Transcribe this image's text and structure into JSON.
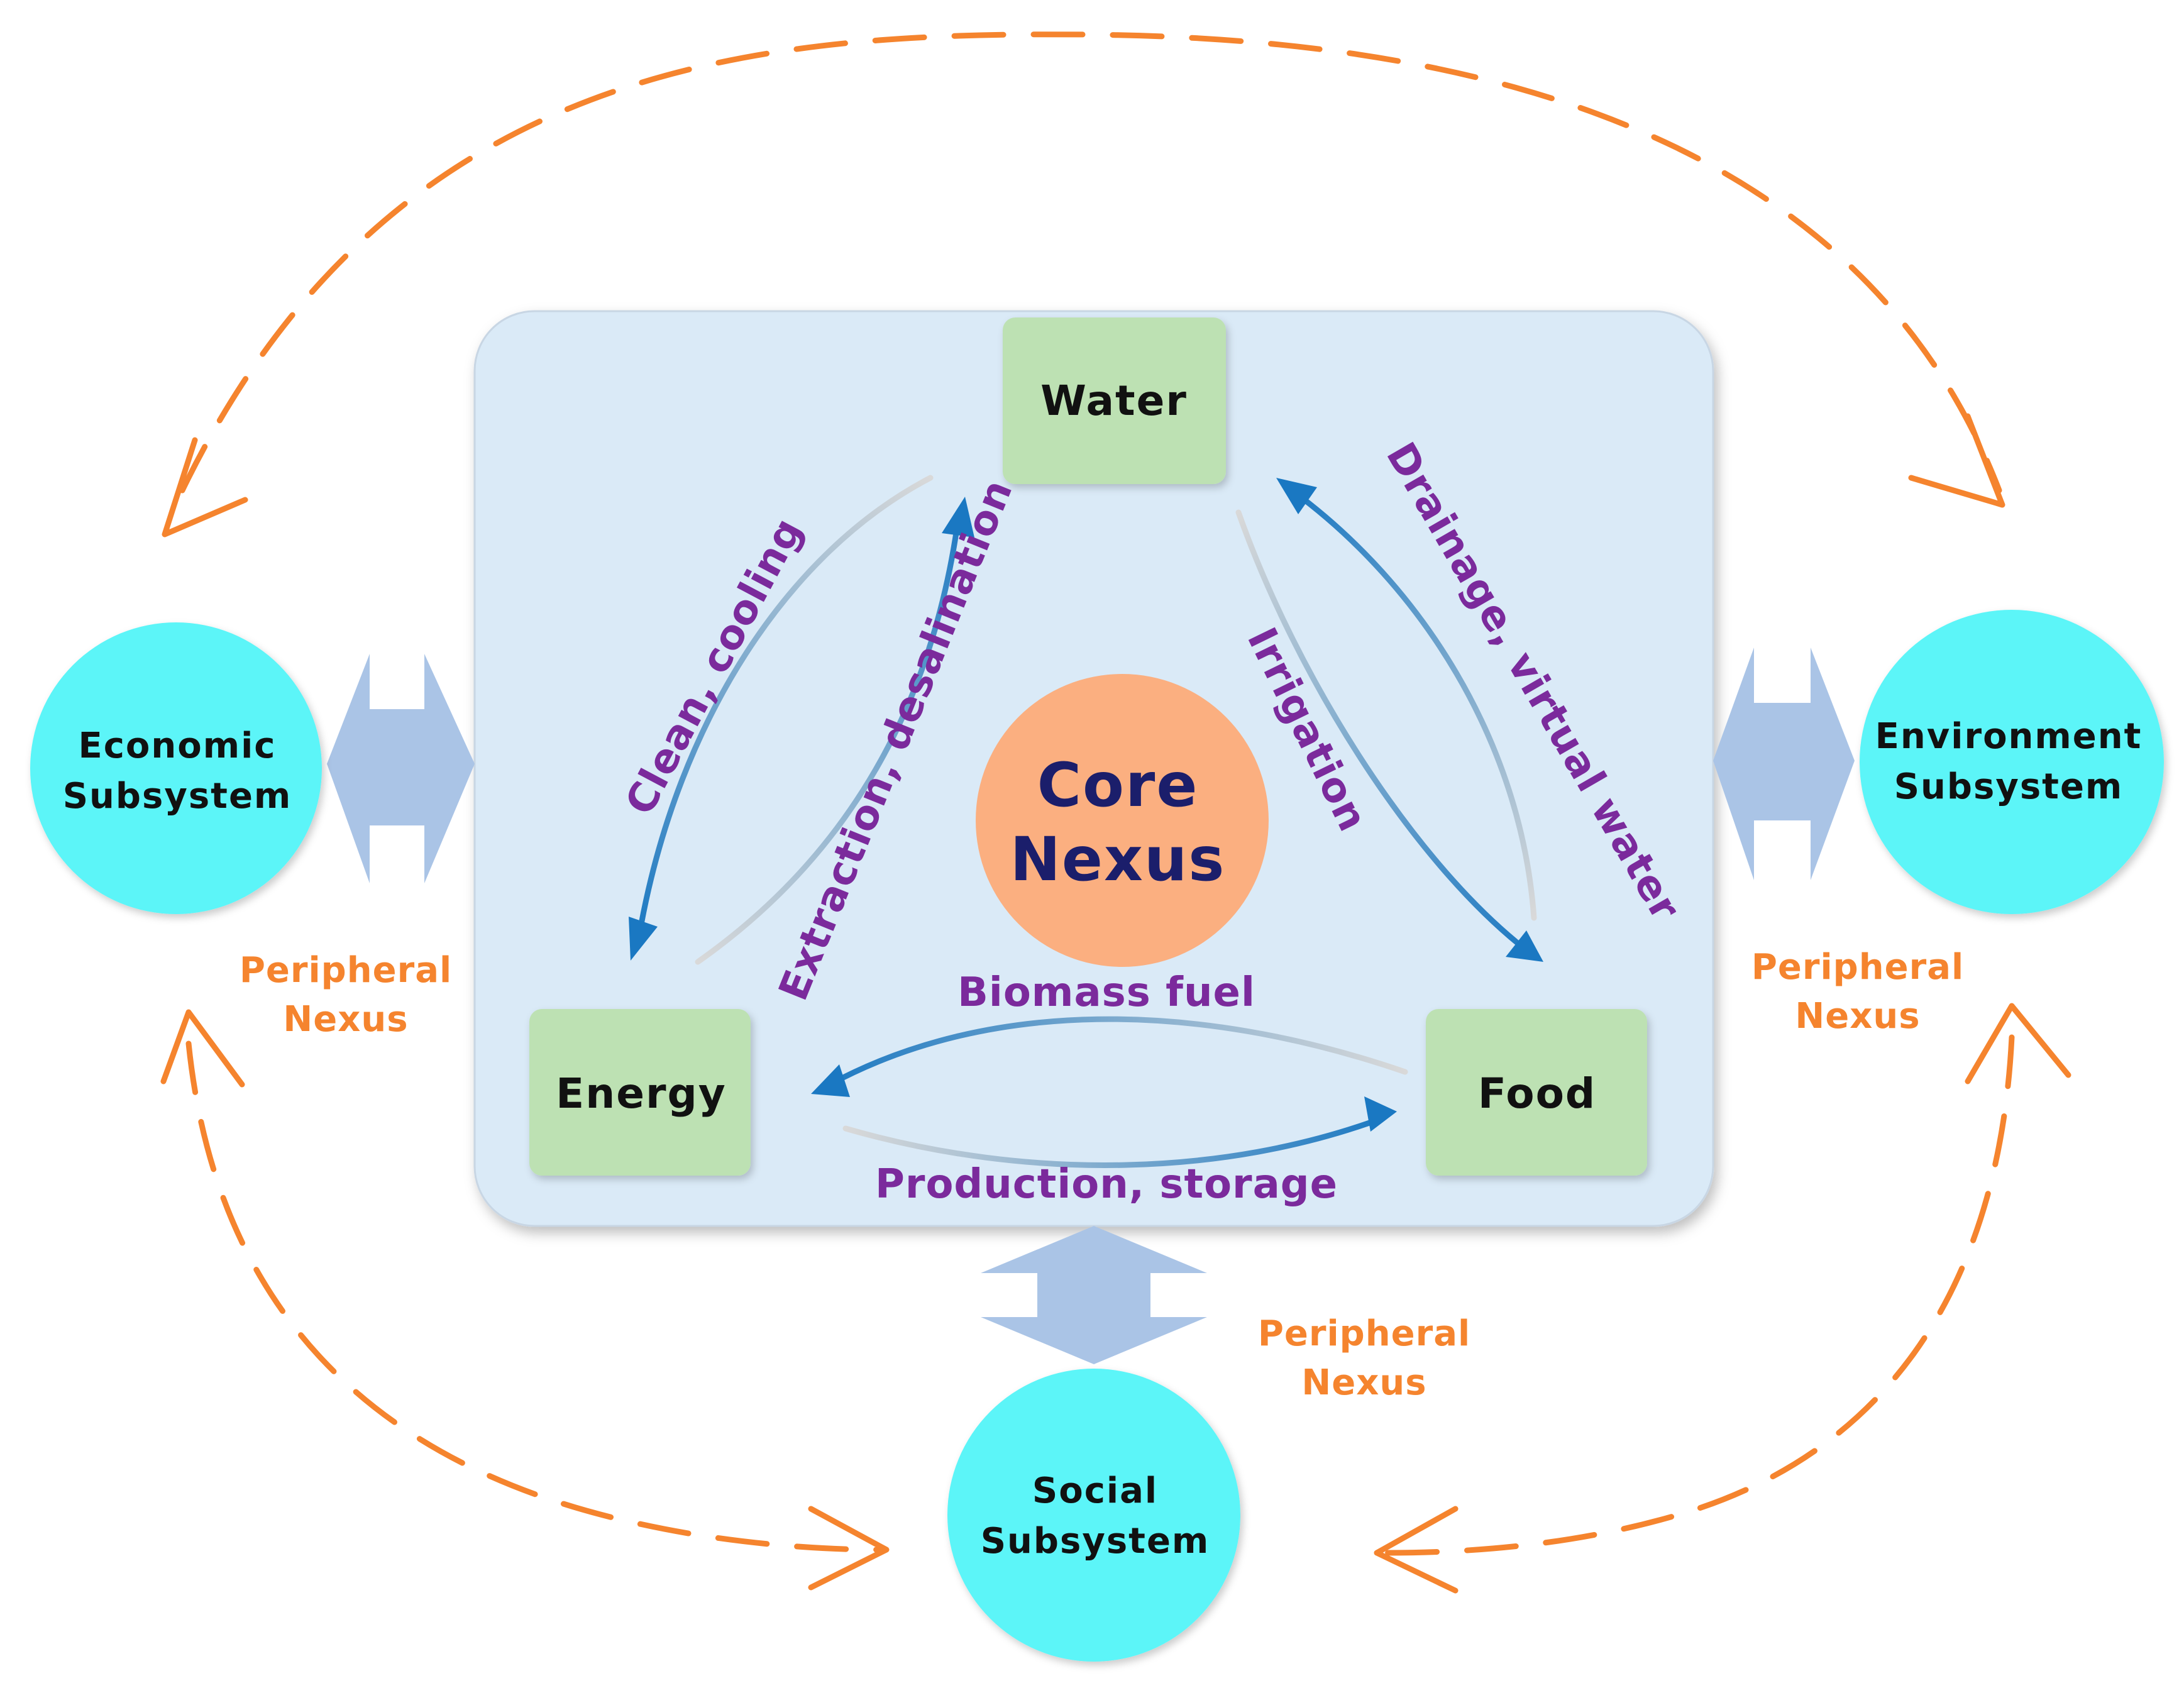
{
  "colors": {
    "orange": "#f5842e",
    "purple": "#7b2a9c",
    "navy": "#1b1e6b",
    "blue": "#1a78c2",
    "cyan": "#5cf5f8",
    "panel": "#daeaf7",
    "node": "#bde1b3",
    "core": "#fbaf80",
    "bigArrow": "#aac4e6"
  },
  "core": {
    "line1": "Core",
    "line2": "Nexus"
  },
  "nodes": {
    "water": "Water",
    "energy": "Energy",
    "food": "Food"
  },
  "flows": {
    "clean_cooling": "Clean, cooling",
    "extraction": "Extraction, desalination",
    "drainage": "Drainage, virtual water",
    "irrigation": "Irrigation",
    "biomass": "Biomass fuel",
    "production": "Production, storage"
  },
  "subsystems": {
    "economic": {
      "line1": "Economic",
      "line2": "Subsystem"
    },
    "environment": {
      "line1": "Environment",
      "line2": "Subsystem"
    },
    "social": {
      "line1": "Social",
      "line2": "Subsystem"
    }
  },
  "peripheral": {
    "line1": "Peripheral",
    "line2": "Nexus"
  }
}
